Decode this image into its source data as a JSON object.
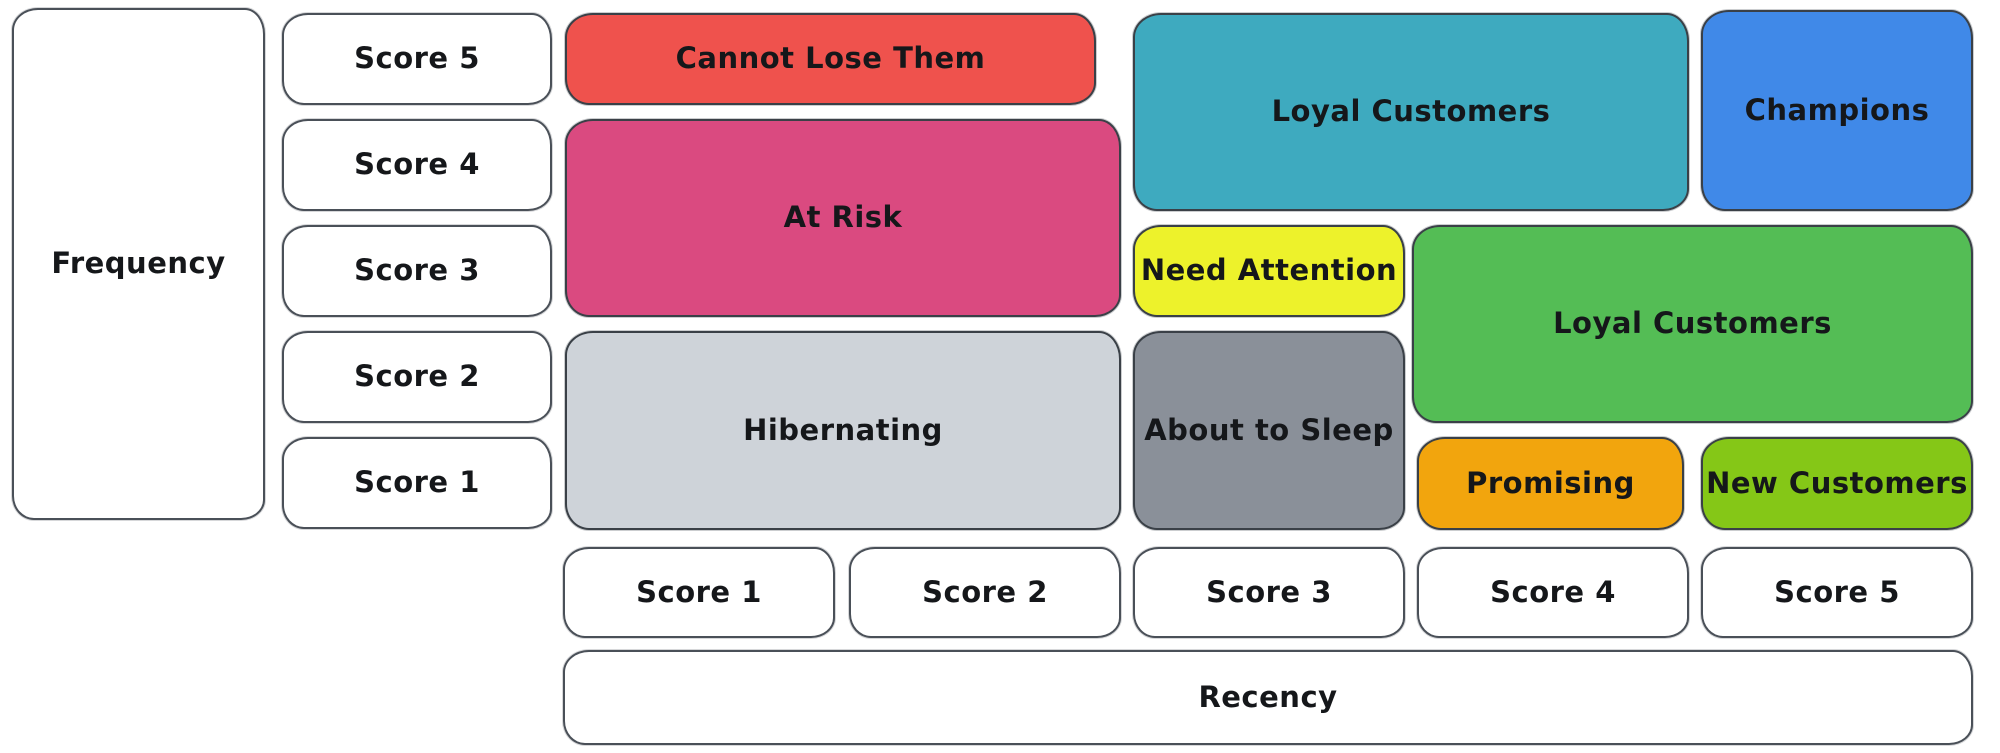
{
  "axes": {
    "frequency": {
      "label": "Frequency",
      "scores": [
        "Score 5",
        "Score 4",
        "Score 3",
        "Score 2",
        "Score 1"
      ]
    },
    "recency": {
      "label": "Recency",
      "scores": [
        "Score 1",
        "Score 2",
        "Score 3",
        "Score 4",
        "Score 5"
      ]
    }
  },
  "segments": {
    "cannot_lose_them": {
      "label": "Cannot Lose Them",
      "color": "#ef524d",
      "frequency_scores": [
        5
      ],
      "recency_scores": [
        1,
        2
      ]
    },
    "at_risk": {
      "label": "At Risk",
      "color": "#da4a80",
      "frequency_scores": [
        3,
        4
      ],
      "recency_scores": [
        1,
        2
      ]
    },
    "hibernating": {
      "label": "Hibernating",
      "color": "#ced3d9",
      "frequency_scores": [
        1,
        2
      ],
      "recency_scores": [
        1,
        2
      ]
    },
    "loyal_customers_upper": {
      "label": "Loyal Customers",
      "color": "#3eaabf",
      "frequency_scores": [
        4,
        5
      ],
      "recency_scores": [
        3,
        4
      ]
    },
    "champions": {
      "label": "Champions",
      "color": "#4089e8",
      "frequency_scores": [
        4,
        5
      ],
      "recency_scores": [
        5
      ]
    },
    "need_attention": {
      "label": "Need Attention",
      "color": "#edf22b",
      "frequency_scores": [
        3
      ],
      "recency_scores": [
        3
      ]
    },
    "loyal_customers_lower": {
      "label": "Loyal Customers",
      "color": "#54bd55",
      "frequency_scores": [
        2,
        3
      ],
      "recency_scores": [
        4,
        5
      ]
    },
    "about_to_sleep": {
      "label": "About to Sleep",
      "color": "#8a9099",
      "frequency_scores": [
        1,
        2
      ],
      "recency_scores": [
        3
      ]
    },
    "promising": {
      "label": "Promising",
      "color": "#f2a50d",
      "frequency_scores": [
        1
      ],
      "recency_scores": [
        4
      ]
    },
    "new_customers": {
      "label": "New Customers",
      "color": "#85c717",
      "frequency_scores": [
        1
      ],
      "recency_scores": [
        5
      ]
    }
  },
  "style": {
    "background": "#ffffff",
    "stroke": "#3a4047",
    "text_color": "#15171a"
  }
}
